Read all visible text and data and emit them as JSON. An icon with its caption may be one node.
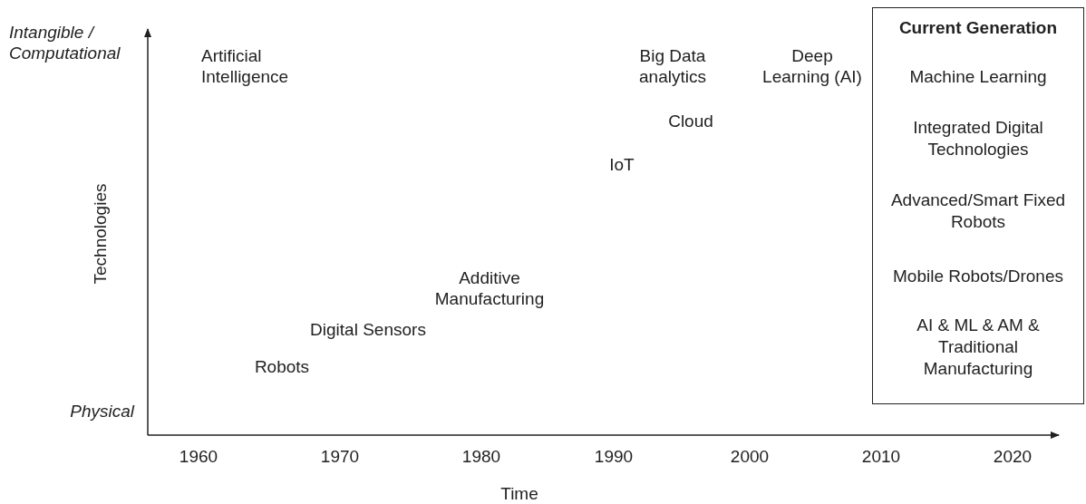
{
  "diagram": {
    "nodes": [
      {
        "text": [
          "Current Generation",
          "Machine Learning",
          "Integrated Digital Technologies",
          "Advanced/Smart Fixed Robots",
          "Mobile Robots/Drones",
          "AI & ML & AM & Traditional Manufacturing"
        ]
      }
    ],
    "edges": [],
    "labels": [
      "Intangible / Computational",
      "Artificial Intelligence",
      "Big Data analytics",
      "Deep Learning (AI)",
      "Cloud",
      "IoT",
      "Technologies",
      "Additive Manufacturing",
      "Digital Sensors",
      "Robots",
      "Physical",
      "1960",
      "1970",
      "1980",
      "1990",
      "2000",
      "2010",
      "2020",
      "Time"
    ]
  }
}
